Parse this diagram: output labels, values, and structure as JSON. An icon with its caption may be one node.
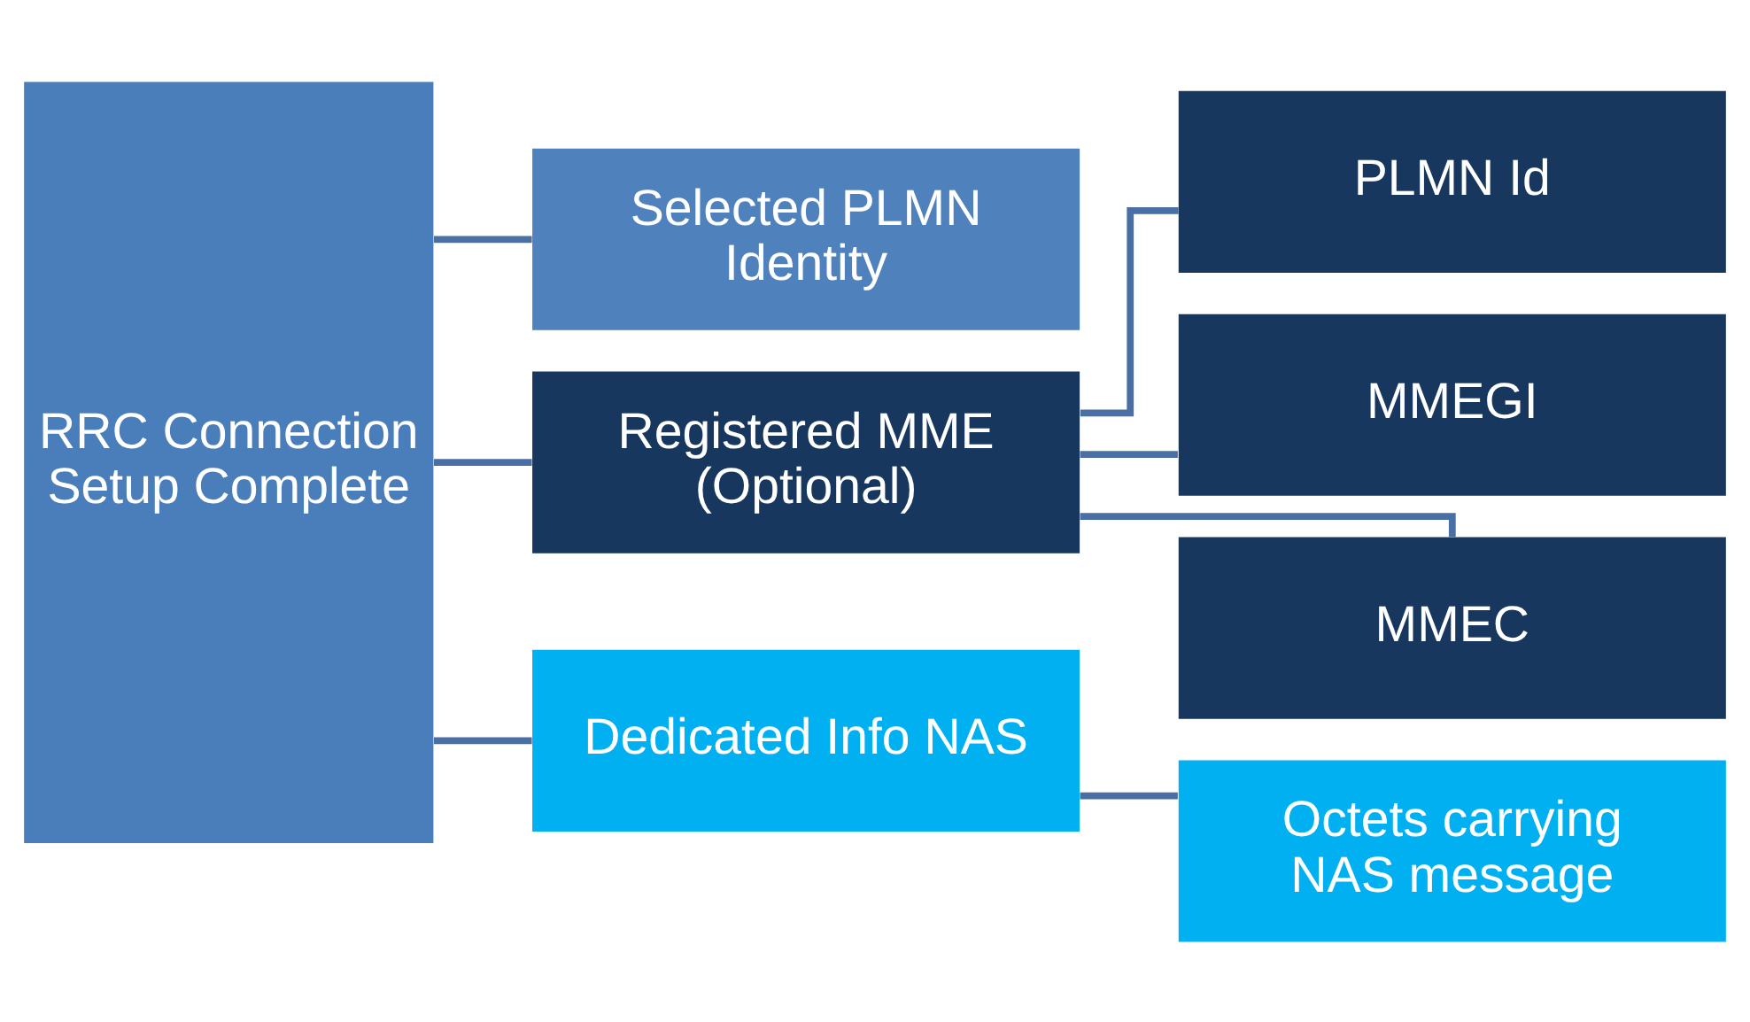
{
  "diagram": {
    "nodes": [
      {
        "text": [
          "RRC Connection Setup Complete"
        ]
      },
      {
        "text": [
          "Selected PLMN Identity"
        ]
      },
      {
        "text": [
          "Registered MME (Optional)"
        ]
      },
      {
        "text": [
          "Dedicated Info NAS"
        ]
      },
      {
        "text": [
          "PLMN Id"
        ]
      },
      {
        "text": [
          "MMEGI"
        ]
      },
      {
        "text": [
          "MMEC"
        ]
      },
      {
        "text": [
          "Octets carrying NAS message"
        ]
      }
    ],
    "edges": [
      {
        "from": 0,
        "to": 1,
        "arrow": "none"
      },
      {
        "from": 0,
        "to": 2,
        "arrow": "none"
      },
      {
        "from": 0,
        "to": 3,
        "arrow": "none"
      },
      {
        "from": 2,
        "to": 4,
        "arrow": "none"
      },
      {
        "from": 2,
        "to": 5,
        "arrow": "none"
      },
      {
        "from": 2,
        "to": 6,
        "arrow": "none"
      },
      {
        "from": 3,
        "to": 7,
        "arrow": "none"
      }
    ]
  }
}
